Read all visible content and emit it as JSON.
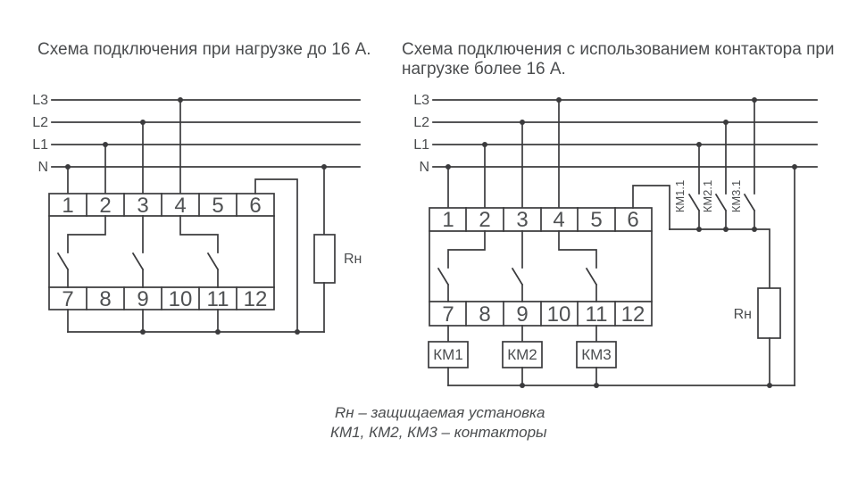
{
  "colors": {
    "background": "#ffffff",
    "line": "#3b3b3d",
    "text": "#4b4d4f"
  },
  "left": {
    "title": "Схема подключения при нагрузке до 16 А.",
    "line_labels": [
      "L3",
      "L2",
      "L1",
      "N"
    ],
    "terminals_top": [
      "1",
      "2",
      "3",
      "4",
      "5",
      "6"
    ],
    "terminals_bottom": [
      "7",
      "8",
      "9",
      "10",
      "11",
      "12"
    ],
    "load_label": "Rн"
  },
  "right": {
    "title_line1": "Схема подключения с использованием контактора при",
    "title_line2": "нагрузке более 16 А.",
    "line_labels": [
      "L3",
      "L2",
      "L1",
      "N"
    ],
    "terminals_top": [
      "1",
      "2",
      "3",
      "4",
      "5",
      "6"
    ],
    "terminals_bottom": [
      "7",
      "8",
      "9",
      "10",
      "11",
      "12"
    ],
    "contact_labels": [
      "КМ1.1",
      "КМ2.1",
      "КМ3.1"
    ],
    "coil_labels": [
      "КМ1",
      "КМ2",
      "КМ3"
    ],
    "load_label": "Rн"
  },
  "legend": {
    "line1": "Rн – защищаемая установка",
    "line2": "КМ1, КМ2, КМ3 – контакторы"
  }
}
